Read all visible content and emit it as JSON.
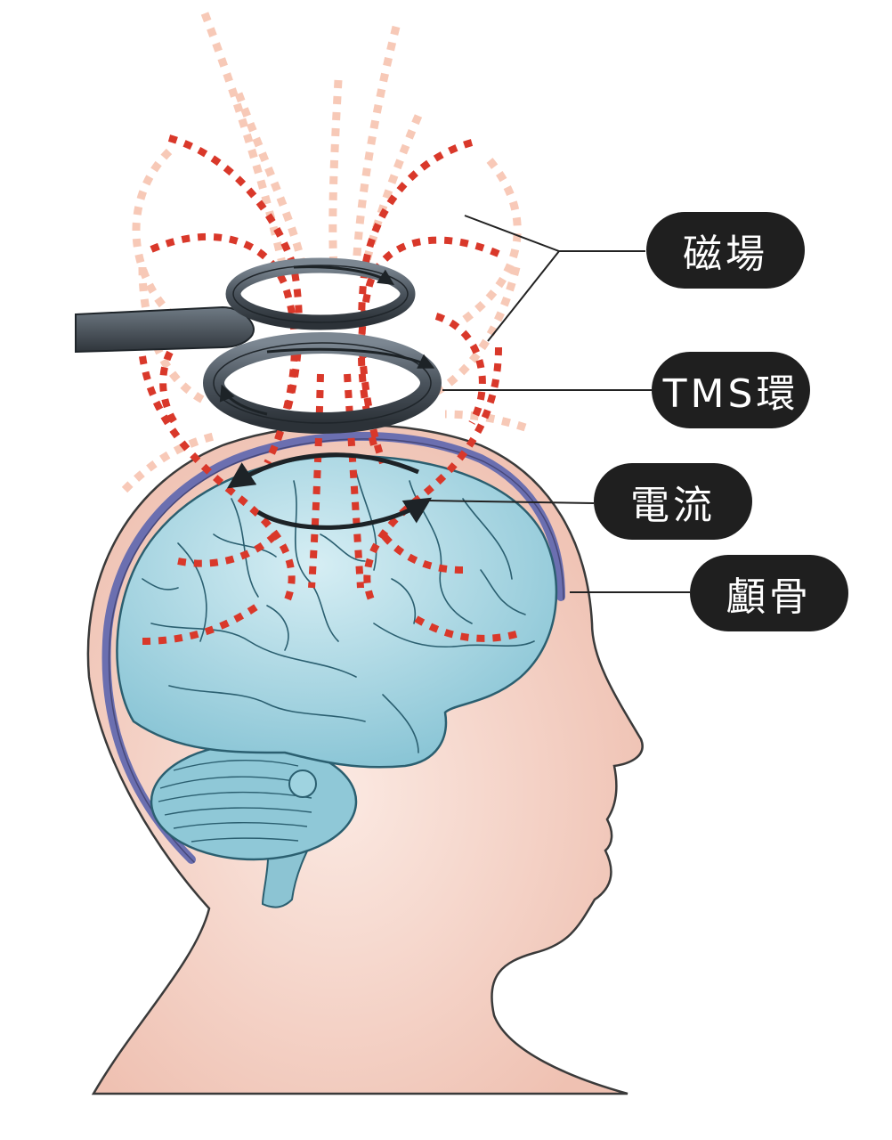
{
  "labels": {
    "magnetic_field": "磁場",
    "tms_coil": "TMS環",
    "current": "電流",
    "skull": "顱骨"
  },
  "colors": {
    "background": "#ffffff",
    "head_fill": "#f2c9bd",
    "head_outline": "#3a3a3a",
    "brain_fill": "#9fd3e0",
    "brain_outline": "#2b5f70",
    "skull_band": "#6b6fb0",
    "field_line_strong": "#d9382a",
    "field_line_faint": "#f5b9a3",
    "coil": "#4c5560",
    "label_bg": "#1f1f1f",
    "label_text": "#ffffff"
  }
}
